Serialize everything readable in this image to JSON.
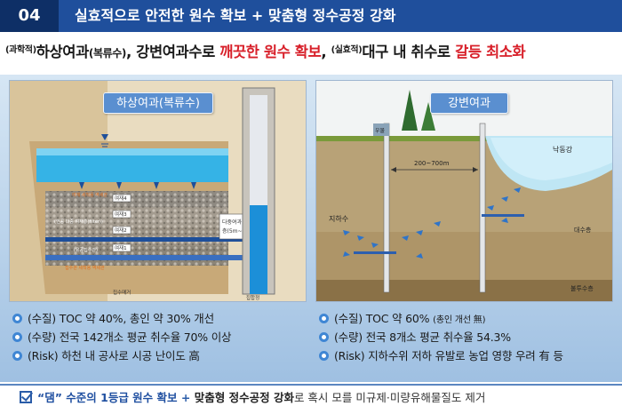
{
  "header": {
    "number": "04",
    "title": "실효적으로 안전한 원수 확보 + 맞춤형 정수공정 강화"
  },
  "subtitle": {
    "sup1": "(과학적)",
    "part1": "하상여과",
    "part1_small": "(복류수)",
    "part2": ", 강변여과수로 ",
    "red1": "깨끗한 원수 확보",
    "comma": ", ",
    "sup2": "(실효적)",
    "part3": "대구 내 취수로 ",
    "red2": "갈등 최소화"
  },
  "left_panel": {
    "tag": "하상여과(복류수)",
    "labels": {
      "l1": "여재 세척용 역세관",
      "l2": "(인공 다중 여재층(filter))",
      "l3": "(유공집수관)",
      "l4": "집수관 세척용 역세관",
      "layer4": "여재4",
      "layer3": "여재3",
      "layer2": "여재2",
      "layer1": "여재1",
      "box1": "다중여과",
      "box2": "층(5m~)",
      "bottom1": "집수매거",
      "bottom2": "집합정"
    },
    "bullets": [
      {
        "text": "(수질) TOC 약 40%, 총인 약 30% 개선"
      },
      {
        "text": "(수량) 전국 142개소 평균 취수율 70% 이상"
      },
      {
        "text": "(Risk) 하천 내 공사로 시공 난이도 高"
      }
    ]
  },
  "right_panel": {
    "tag": "강변여과",
    "labels": {
      "well": "우물",
      "distance": "200~700m",
      "river": "낙동강",
      "groundwater": "지하수",
      "aquifer": "대수층",
      "impermeable": "불투수층"
    },
    "bullets": [
      {
        "text": "(수질) TOC 약 60% ",
        "small": "(총인 개선 無)"
      },
      {
        "text": "(수량) 전국 8개소 평균 취수율 54.3%"
      },
      {
        "text": "(Risk) 지하수위 저하 유발로 농업 영향 우려 有 등"
      }
    ]
  },
  "footer": {
    "q1": "“댐” 수준의 1등급 원수 확보",
    "plus": " + ",
    "bold2": "맞춤형 정수공정 강화",
    "rest": "로 혹시 모를 미규제·미량유해물질도 제거"
  },
  "colors": {
    "header_bg": "#1f4f9c",
    "header_num_bg": "#0e2f66",
    "accent_red": "#d8202a",
    "tag_bg": "#5a8fd0",
    "bullet_ring": "#3f86d4"
  }
}
